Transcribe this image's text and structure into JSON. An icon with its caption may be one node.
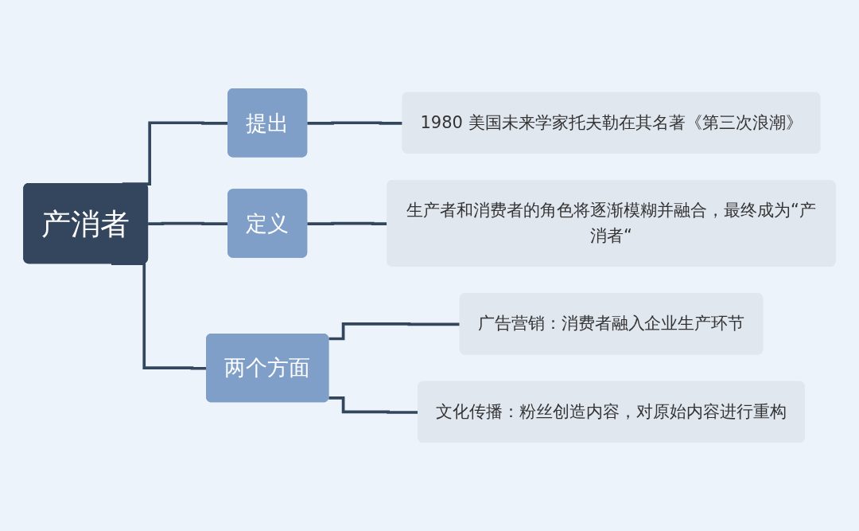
{
  "diagram": {
    "nodes": [
      {
        "text": [
          "产消者"
        ]
      },
      {
        "text": [
          "提出"
        ]
      },
      {
        "text": [
          "1980 美国未来学家托夫勒在其名著《第三次浪潮》"
        ]
      },
      {
        "text": [
          "定义"
        ]
      },
      {
        "text": [
          "生产者和消费者的角色将逐渐模糊并融合，最终成为“产消者“"
        ]
      },
      {
        "text": [
          "两个方面"
        ]
      },
      {
        "text": [
          "广告营销：消费者融入企业生产环节"
        ]
      },
      {
        "text": [
          "文化传播：粉丝创造内容，对原始内容进行重构"
        ]
      }
    ],
    "edges": [
      {
        "from": 0,
        "to": 1,
        "arrow": "none"
      },
      {
        "from": 0,
        "to": 3,
        "arrow": "none"
      },
      {
        "from": 0,
        "to": 5,
        "arrow": "none"
      },
      {
        "from": 1,
        "to": 2,
        "arrow": "none"
      },
      {
        "from": 3,
        "to": 4,
        "arrow": "none"
      },
      {
        "from": 5,
        "to": 6,
        "arrow": "none"
      },
      {
        "from": 5,
        "to": 7,
        "arrow": "none"
      }
    ]
  }
}
